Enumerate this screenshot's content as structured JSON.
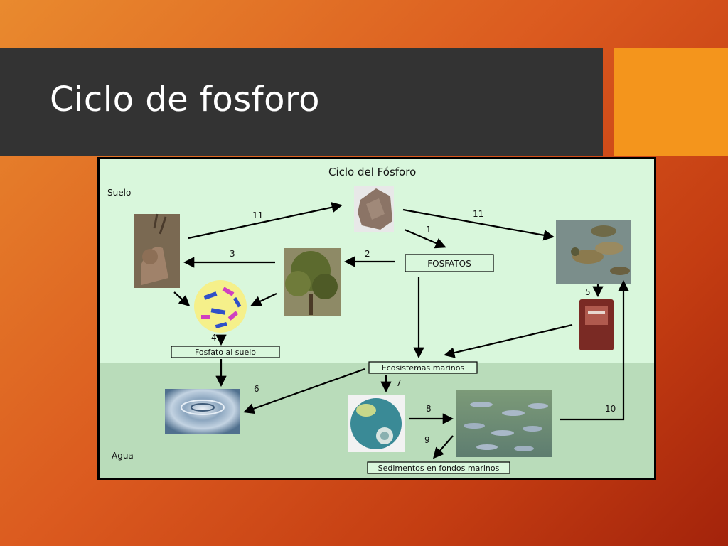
{
  "slide": {
    "title": "Ciclo de fosforo"
  },
  "diagram": {
    "title": "Ciclo del Fósforo",
    "zones": {
      "land": "Suelo",
      "water": "Agua"
    },
    "boxes": {
      "fosfatos": "FOSFATOS",
      "fosfato_suelo": "Fosfato al suelo",
      "ecosistemas": "Ecosistemas marinos",
      "sedimentos": "Sedimentos en fondos marinos"
    },
    "steps": {
      "s1": "1",
      "s2": "2",
      "s3": "3",
      "s4": "4",
      "s5": "5",
      "s6": "6",
      "s7": "7",
      "s8": "8",
      "s9": "9",
      "s10": "10",
      "s11a": "11",
      "s11b": "11"
    },
    "colors": {
      "land_bg": "#d9f7dc",
      "water_bg": "#b9dcba",
      "slide_title_bar": "#333333",
      "accent": "#f4951c"
    }
  }
}
